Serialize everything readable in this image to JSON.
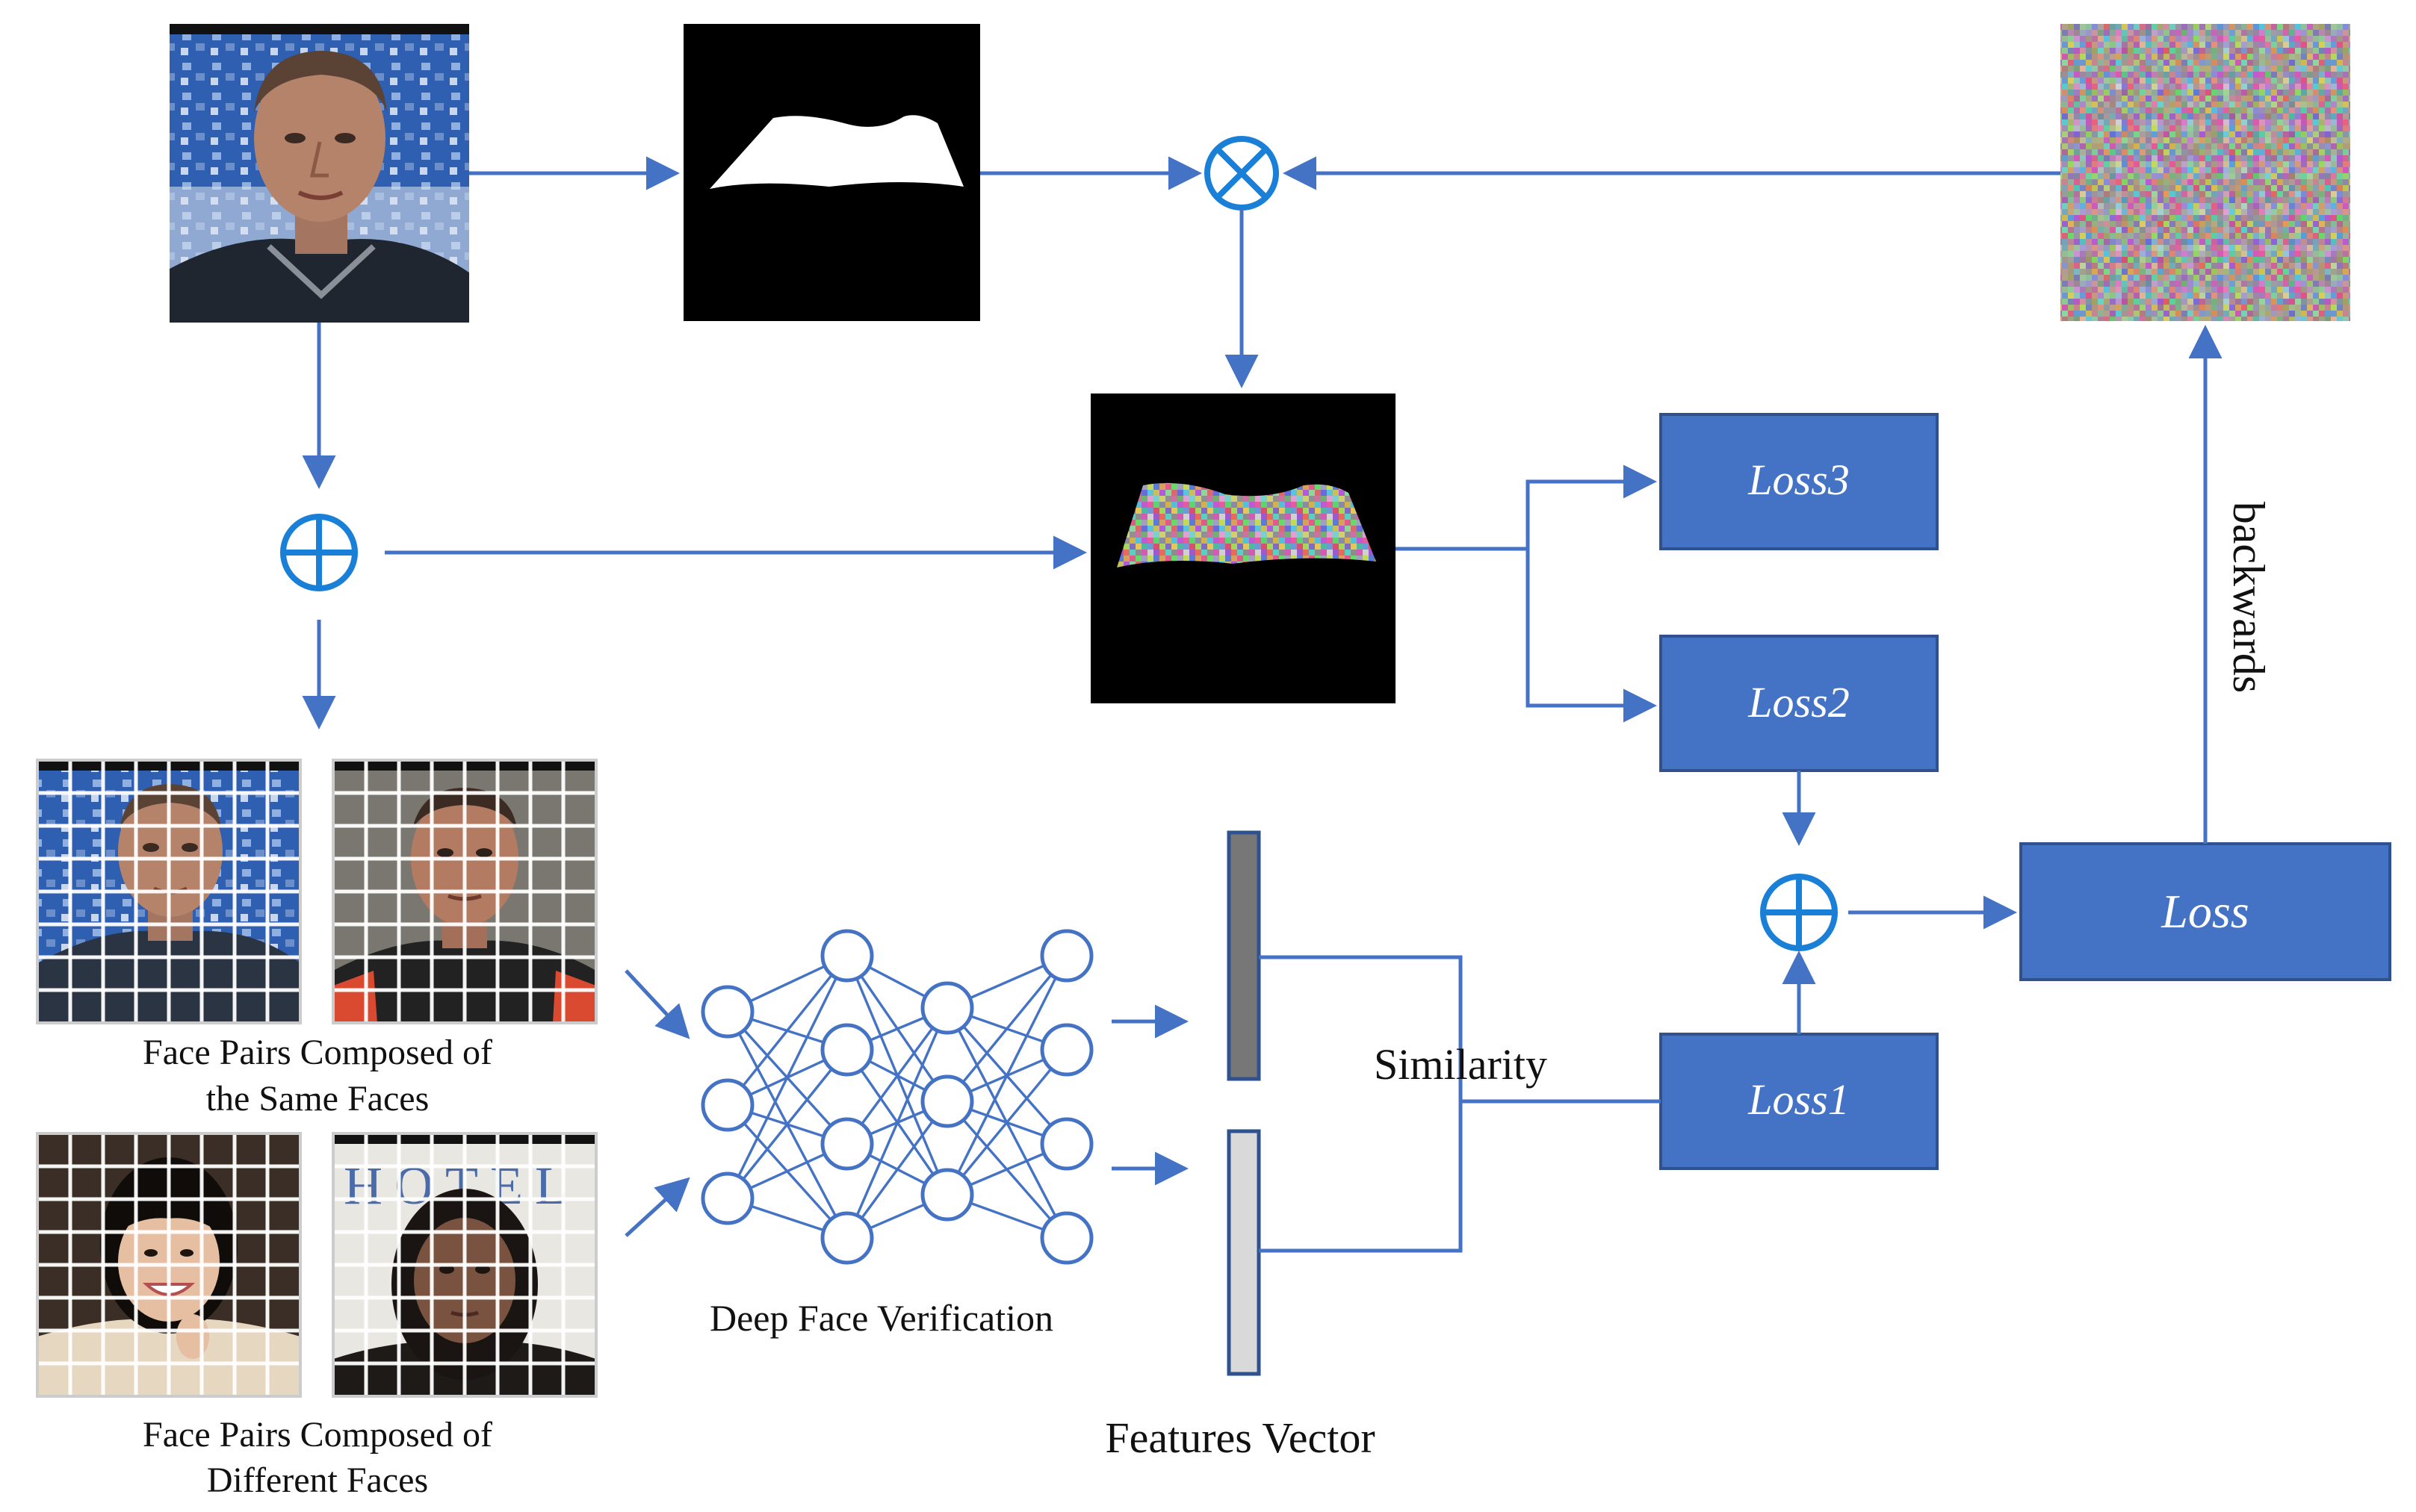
{
  "labels": {
    "loss3": "Loss3",
    "loss2": "Loss2",
    "loss1": "Loss1",
    "loss": "Loss",
    "backwards": "backwards",
    "similarity": "Similarity",
    "deep_face_verification": "Deep Face Verification",
    "features_vector": "Features Vector",
    "same_faces_line1": "Face Pairs Composed of",
    "same_faces_line2": "the Same Faces",
    "diff_faces_line1": "Face Pairs Composed of",
    "diff_faces_line2": "Different Faces",
    "hotel_sign": "HOTEL"
  },
  "operators": {
    "multiply": "⊗",
    "add": "⊕"
  },
  "colors": {
    "accent": "#4472c4",
    "box_border": "#2f528f",
    "feature_dark": "#777777",
    "feature_light": "#d9d9d9"
  }
}
